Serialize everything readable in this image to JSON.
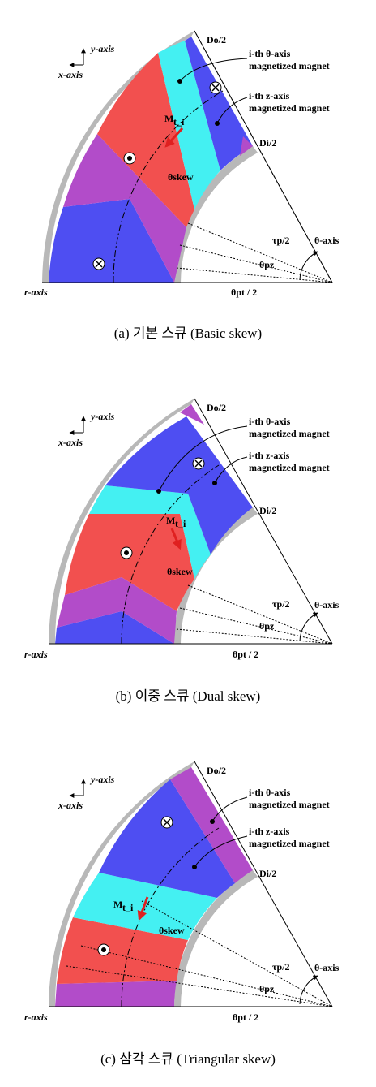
{
  "colors": {
    "red": "#f2504f",
    "blue": "#4e4ef2",
    "cyan": "#44f0f2",
    "purple": "#b24cc9",
    "gray": "#b8b8b8"
  },
  "panels": [
    {
      "caption": "(a) 기본 스큐 (Basic skew)",
      "do_label": "Do/2",
      "di_label": "Di/2",
      "theta_mag_label_1": "i-th θ-axis",
      "theta_mag_label_2": "magnetized magnet",
      "z_mag_label_1": "i-th z-axis",
      "z_mag_label_2": "magnetized magnet",
      "m_label": "M",
      "m_sub": "t_i",
      "skew_label": "θskew",
      "tau_label": "τp/2",
      "theta_axis_label": "θ-axis",
      "theta_pz_label": "θpz",
      "theta_pt_label": "θpt / 2",
      "r_axis_label": "r-axis",
      "y_axis_label": "y-axis",
      "x_axis_label": "x-axis"
    },
    {
      "caption": "(b) 이중 스큐 (Dual skew)",
      "do_label": "Do/2",
      "di_label": "Di/2",
      "theta_mag_label_1": "i-th θ-axis",
      "theta_mag_label_2": "magnetized magnet",
      "z_mag_label_1": "i-th z-axis",
      "z_mag_label_2": "magnetized magnet",
      "m_label": "M",
      "m_sub": "t_i",
      "skew_label": "θskew",
      "tau_label": "τp/2",
      "theta_axis_label": "θ-axis",
      "theta_pz_label": "θpz",
      "theta_pt_label": "θpt / 2",
      "r_axis_label": "r-axis",
      "y_axis_label": "y-axis",
      "x_axis_label": "x-axis"
    },
    {
      "caption": "(c) 삼각 스큐 (Triangular skew)",
      "do_label": "Do/2",
      "di_label": "Di/2",
      "theta_mag_label_1": "i-th θ-axis",
      "theta_mag_label_2": "magnetized magnet",
      "z_mag_label_1": "i-th z-axis",
      "z_mag_label_2": "magnetized magnet",
      "m_label": "M",
      "m_sub": "t_i",
      "skew_label": "θskew",
      "tau_label": "τp/2",
      "theta_axis_label": "θ-axis",
      "theta_pz_label": "θpz",
      "theta_pt_label": "θpt / 2",
      "r_axis_label": "r-axis",
      "y_axis_label": "y-axis",
      "x_axis_label": "x-axis"
    }
  ]
}
